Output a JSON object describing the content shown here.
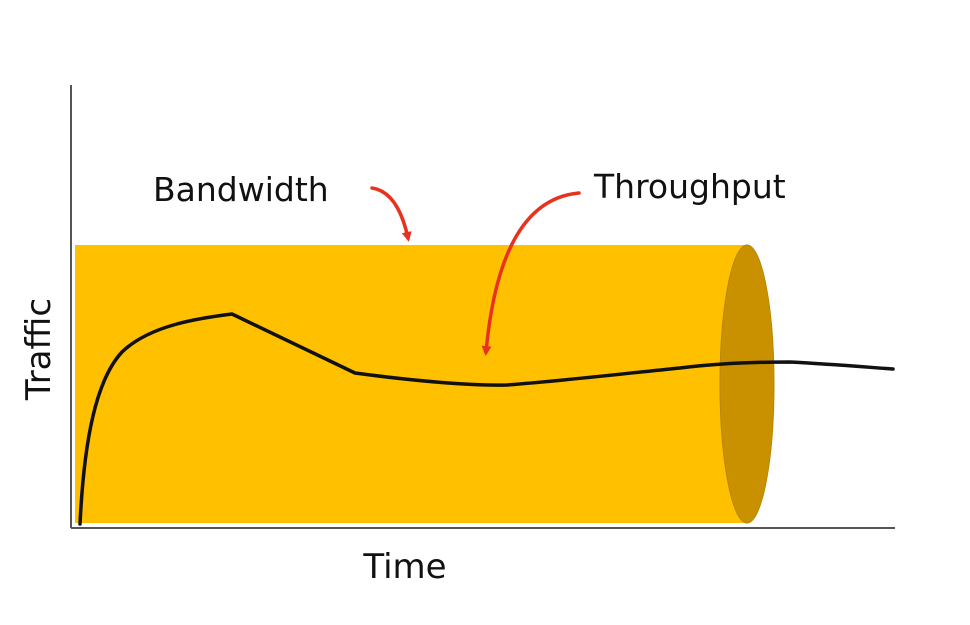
{
  "labels": {
    "bandwidth": "Bandwidth",
    "throughput": "Throughput",
    "y_axis": "Traffic",
    "x_axis": "Time"
  },
  "colors": {
    "pipe_fill": "#FFC000",
    "pipe_end_fill": "#C99000",
    "pipe_end_stroke": "#B8860B",
    "arrow": "#E8321E",
    "curve": "#111111",
    "axis": "#555555"
  }
}
